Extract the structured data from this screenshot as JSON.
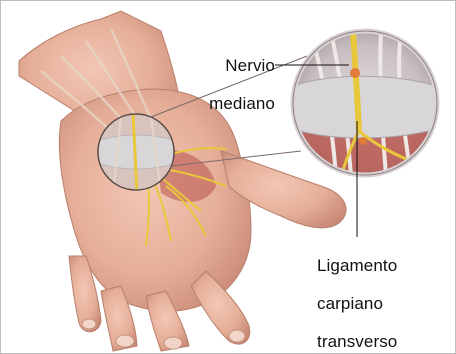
{
  "labels": {
    "nerve_line1": "Nervio",
    "nerve_line2": "mediano",
    "ligament_line1": "Ligamento",
    "ligament_line2": "carpiano",
    "ligament_line3": "transverso"
  },
  "colors": {
    "skin": "#e9b8a3",
    "skin_shadow": "#c98a76",
    "ligament": "#d8d6d8",
    "nerve": "#e8c83a",
    "muscle": "#b8524a",
    "leader_line": "#111111"
  }
}
